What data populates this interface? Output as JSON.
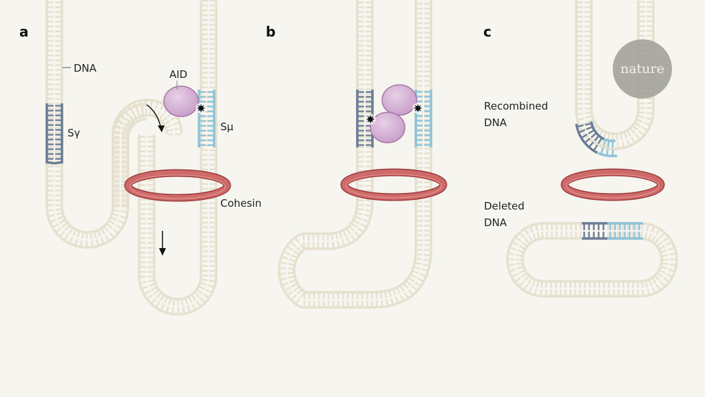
{
  "panels": {
    "a": {
      "label": "a",
      "dna_label": "DNA",
      "aid_label": "AID",
      "s_gamma_label": "Sγ",
      "s_mu_label": "Sμ",
      "cohesin_label": "Cohesin"
    },
    "b": {
      "label": "b"
    },
    "c": {
      "label": "c",
      "recombined_label_line1": "Recombined",
      "recombined_label_line2": "DNA",
      "deleted_label_line1": "Deleted",
      "deleted_label_line2": "DNA"
    }
  },
  "watermark": {
    "text": "nature"
  },
  "colors": {
    "background": "#f6f5ef",
    "dna": "#e6e0cf",
    "s_gamma": "#6b7d96",
    "s_mu": "#8ec3d8",
    "aid": "#d3b0d3",
    "cohesin": "#cf6a6a",
    "watermark": "#9e9c95"
  }
}
